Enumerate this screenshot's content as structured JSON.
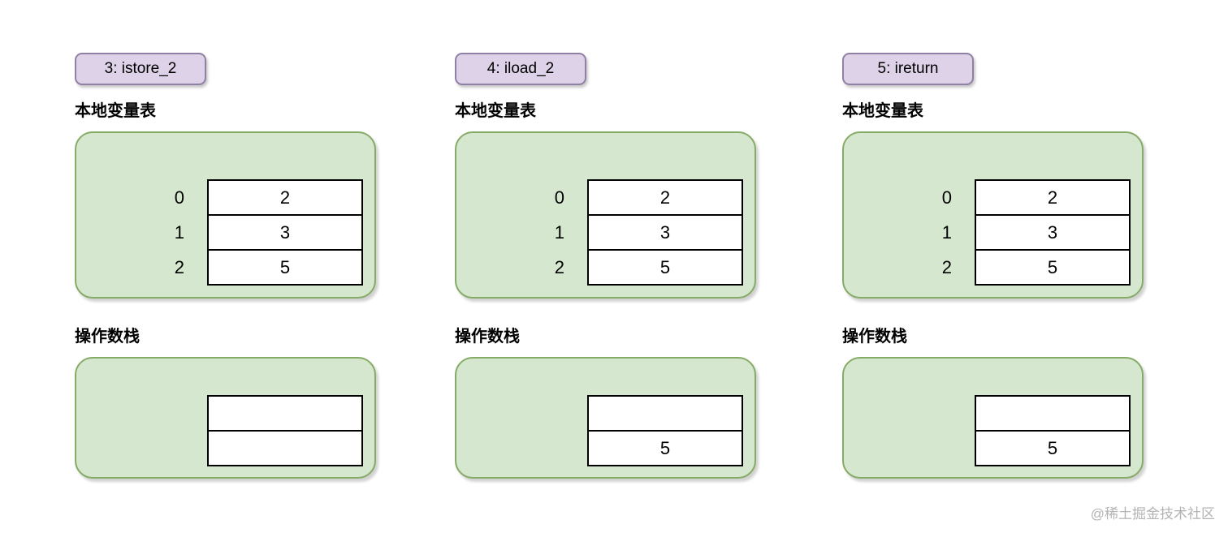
{
  "colors": {
    "background": "#ffffff",
    "badge_fill": "#ddd2e7",
    "badge_border": "#9180a5",
    "panel_fill": "#d6e7cf",
    "panel_border": "#85ab66",
    "cell_border": "#000000",
    "watermark_text": "#b3b3b3"
  },
  "section_labels": {
    "local_variable_table": "本地变量表",
    "operand_stack": "操作数栈"
  },
  "frames": [
    {
      "instruction": "3: istore_2",
      "local_variables": [
        {
          "index": "0",
          "value": "2"
        },
        {
          "index": "1",
          "value": "3"
        },
        {
          "index": "2",
          "value": "5"
        }
      ],
      "operand_stack": [
        {
          "value": ""
        },
        {
          "value": ""
        }
      ]
    },
    {
      "instruction": "4: iload_2",
      "local_variables": [
        {
          "index": "0",
          "value": "2"
        },
        {
          "index": "1",
          "value": "3"
        },
        {
          "index": "2",
          "value": "5"
        }
      ],
      "operand_stack": [
        {
          "value": ""
        },
        {
          "value": "5"
        }
      ]
    },
    {
      "instruction": "5: ireturn",
      "local_variables": [
        {
          "index": "0",
          "value": "2"
        },
        {
          "index": "1",
          "value": "3"
        },
        {
          "index": "2",
          "value": "5"
        }
      ],
      "operand_stack": [
        {
          "value": ""
        },
        {
          "value": "5"
        }
      ]
    }
  ],
  "watermark": {
    "text": "@稀土掘金技术社区"
  }
}
